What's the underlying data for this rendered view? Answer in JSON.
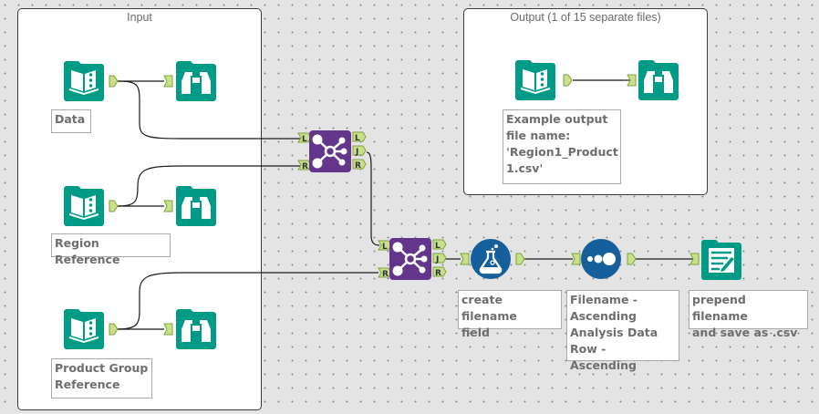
{
  "containers": {
    "input": {
      "title": "Input"
    },
    "output": {
      "title": "Output (1 of 15 separate files)"
    }
  },
  "tools": {
    "input_data_1": {
      "type": "input-data",
      "annotation": "Data"
    },
    "browse_1": {
      "type": "browse"
    },
    "input_data_2": {
      "type": "input-data",
      "annotation": "Region Reference"
    },
    "browse_2": {
      "type": "browse"
    },
    "input_data_3": {
      "type": "input-data",
      "annotation": "Product Group\nReference"
    },
    "browse_3": {
      "type": "browse"
    },
    "join_1": {
      "type": "join",
      "inputs": [
        "L",
        "R"
      ],
      "outputs": [
        "L",
        "J",
        "R"
      ]
    },
    "join_2": {
      "type": "join",
      "inputs": [
        "L",
        "R"
      ],
      "outputs": [
        "L",
        "J",
        "R"
      ]
    },
    "formula": {
      "type": "formula",
      "annotation": "create filename\nfield"
    },
    "sort": {
      "type": "sort",
      "annotation": "Filename -\nAscending\nAnalysis Data\nRow - Ascending"
    },
    "output_data": {
      "type": "output-data",
      "annotation": "prepend filename\nand save as .csv"
    },
    "output_example_input": {
      "type": "input-data",
      "annotation": "Example output\nfile name:\n'Region1_Product\n1.csv'"
    },
    "output_example_browse": {
      "type": "browse"
    }
  },
  "colors": {
    "teal": "#009b87",
    "purple": "#63368c",
    "blue": "#155f9c",
    "anchor": "#c8df8c",
    "anchor_border": "#7ea33a"
  }
}
